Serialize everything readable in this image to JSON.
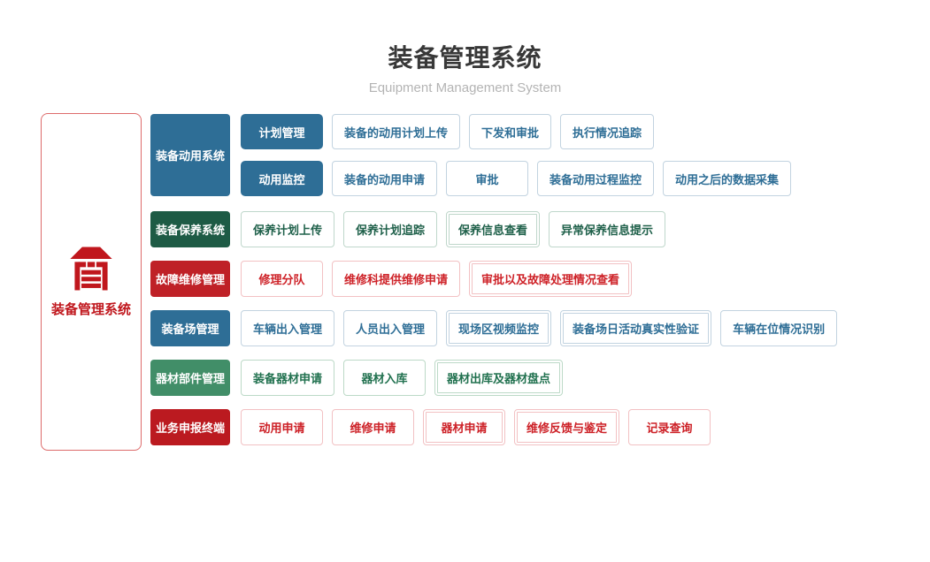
{
  "header": {
    "title": "装备管理系统",
    "subtitle": "Equipment Management System"
  },
  "root": {
    "label": "装备管理系统",
    "icon": "garage-icon",
    "accent_color": "#c0171d",
    "border_color": "#dd6b6b"
  },
  "groups": [
    {
      "label": "装备动用系统",
      "theme": "blue",
      "color": "#2e6e96",
      "subgroups": [
        {
          "label": "计划管理",
          "items": [
            "装备的动用计划上传",
            "下发和审批",
            "执行情况追踪"
          ]
        },
        {
          "label": "动用监控",
          "items": [
            "装备的动用申请",
            "审批",
            "装备动用过程监控",
            "动用之后的数据采集"
          ]
        }
      ]
    },
    {
      "label": "装备保养系统",
      "theme": "green-dark",
      "color": "#1e5b45",
      "items": [
        "保养计划上传",
        "保养计划追踪",
        "保养信息查看",
        "异常保养信息提示"
      ]
    },
    {
      "label": "故障维修管理",
      "theme": "red",
      "color": "#bf2127",
      "items": [
        "修理分队",
        "维修科提供维修申请",
        "审批以及故障处理情况查看"
      ]
    },
    {
      "label": "装备场管理",
      "theme": "blue",
      "color": "#2e6e96",
      "items": [
        "车辆出入管理",
        "人员出入管理",
        "现场区视频监控",
        "装备场日活动真实性验证",
        "车辆在位情况识别"
      ]
    },
    {
      "label": "器材部件管理",
      "theme": "green",
      "color": "#418e68",
      "items": [
        "装备器材申请",
        "器材入库",
        "器材出库及器材盘点"
      ]
    },
    {
      "label": "业务申报终端",
      "theme": "red-dark",
      "color": "#bb1a20",
      "items": [
        "动用申请",
        "维修申请",
        "器材申请",
        "维修反馈与鉴定",
        "记录查询"
      ]
    }
  ]
}
